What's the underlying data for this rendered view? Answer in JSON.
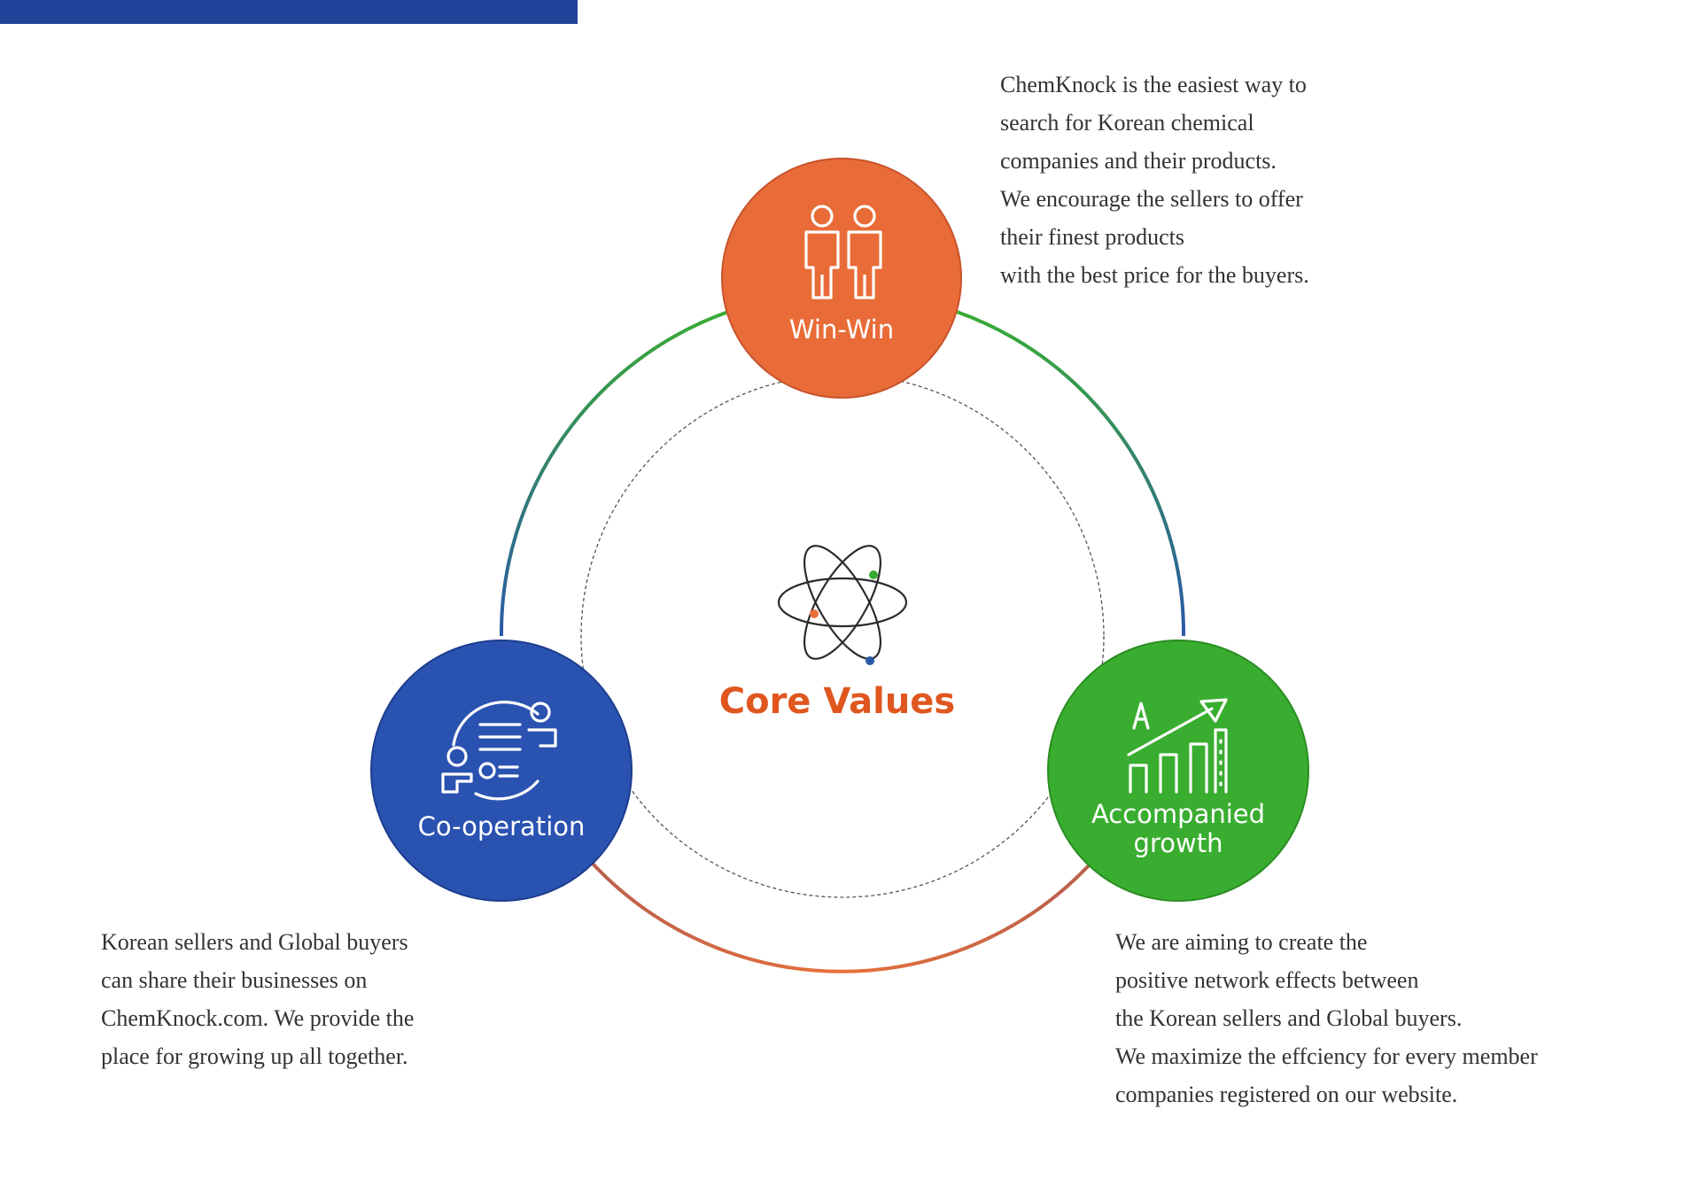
{
  "colors": {
    "header_bar": "#22439a",
    "win_win": "#e96c38",
    "co_operation": "#2a52b1",
    "accompanied_growth": "#39ad2f",
    "core_title": "#e0561f",
    "ring_green": "#3aab35",
    "ring_blue": "#2b58a8",
    "ring_orange": "#e8703a",
    "body_text": "#333333"
  },
  "center": {
    "title": "Core Values",
    "icon": "atom-icon"
  },
  "nodes": {
    "win_win": {
      "label": "Win-Win",
      "icon": "two-people-icon"
    },
    "co_operation": {
      "label": "Co-operation",
      "icon": "meeting-document-icon"
    },
    "accompanied_growth": {
      "label_line1": "Accompanied",
      "label_line2": "growth",
      "icon": "growth-chart-icon"
    }
  },
  "descriptions": {
    "win_win": [
      "ChemKnock is the easiest way to",
      "search for Korean chemical",
      "companies and their products.",
      "We encourage the sellers to offer",
      "their finest products",
      "with the best price for the buyers."
    ],
    "co_operation": [
      "Korean sellers and Global buyers",
      "can share their businesses on",
      "ChemKnock.com. We provide the",
      "place for growing up all together."
    ],
    "accompanied_growth": [
      "We are aiming to create the",
      "positive network effects between",
      "the Korean sellers and Global buyers.",
      "We maximize the effciency for every member",
      "companies registered on our website."
    ]
  }
}
